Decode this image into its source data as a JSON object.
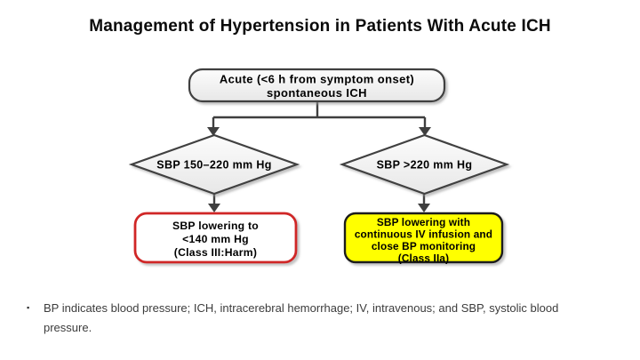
{
  "title": "Management of Hypertension in Patients With Acute ICH",
  "flowchart": {
    "top_box": {
      "line1": "Acute (<6 h from symptom onset)",
      "line2": "spontaneous ICH"
    },
    "left_diamond": {
      "label": "SBP 150–220 mm Hg"
    },
    "right_diamond": {
      "label": "SBP >220 mm Hg"
    },
    "left_outcome_box": {
      "line1": "SBP lowering to",
      "line2": "<140 mm Hg",
      "line3": "(Class III:Harm)"
    },
    "right_outcome_box": {
      "line1": "SBP lowering with",
      "line2": "continuous IV infusion and",
      "line3": "close BP monitoring",
      "line4": "(Class IIa)"
    }
  },
  "footnote": {
    "bullet": "▪",
    "text": "BP indicates blood pressure; ICH, intracerebral hemorrhage; IV, intravenous; and SBP, systolic blood pressure."
  },
  "colors": {
    "title_text": "#0a0a0a",
    "node_text": "#000000",
    "shape_fill_top": "#fbfbfb",
    "shape_fill_bottom": "#e8e8e8",
    "shape_border": "#3f3f3f",
    "connector": "#3f3f3f",
    "harm_border_red": "#d02727",
    "harm_fill": "#ffffff",
    "recommend_fill_yellow": "#ffff00",
    "recommend_border": "#1a1a1a",
    "footnote_text": "#3c3c3c",
    "shadow": "#999999"
  }
}
